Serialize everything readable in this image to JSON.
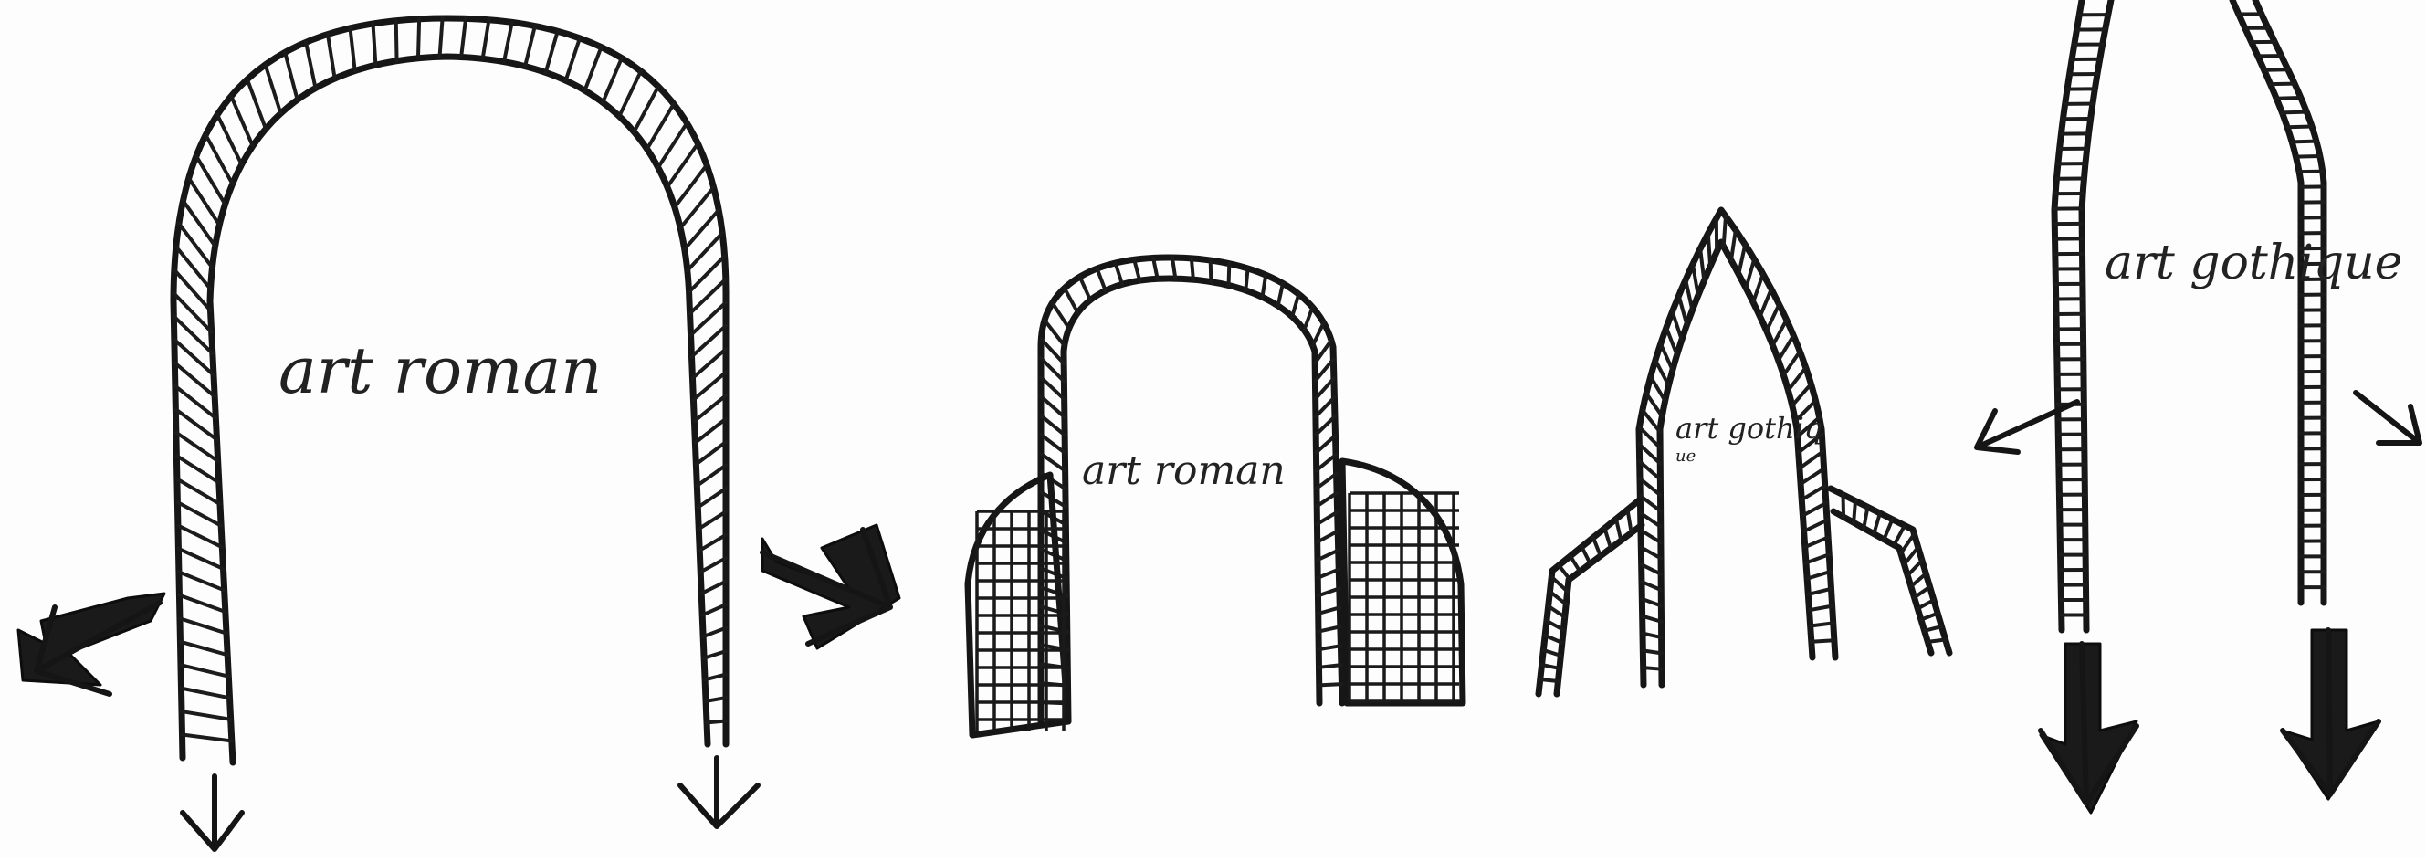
{
  "labels": {
    "roman_large": "art roman",
    "roman_small": "art roman",
    "gothic_small": "art gothiq",
    "gothic_small_sub": "ue",
    "gothic_large": "art gothique"
  },
  "colors": {
    "ink": "#161616",
    "paper": "#fdfdfd"
  }
}
